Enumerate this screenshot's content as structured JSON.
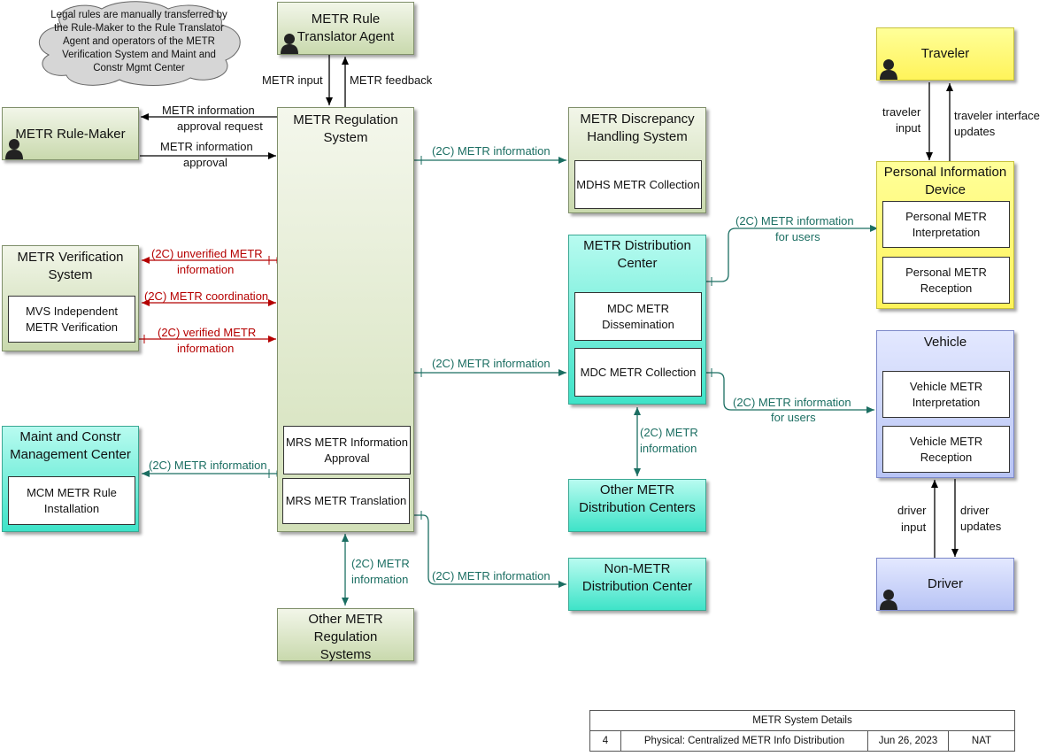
{
  "cloud_note": "Legal rules are manually transferred by the Rule-Maker to the Rule Translator Agent and operators of the METR Verification System and Maint and Constr Mgmt Center",
  "boxes": {
    "translator": "METR Rule Translator Agent",
    "rule_maker": "METR Rule-Maker",
    "regulation": "METR Regulation System",
    "verification": "METR Verification System",
    "mcm": "Maint and Constr Management Center",
    "other_regulation": "Other METR Regulation Systems",
    "discrepancy": "METR Discrepancy Handling System",
    "distribution": "METR Distribution Center",
    "other_distribution": "Other METR Distribution Centers",
    "non_metr": "Non-METR Distribution Center",
    "traveler": "Traveler",
    "pid": "Personal Information Device",
    "vehicle": "Vehicle",
    "driver": "Driver"
  },
  "inner": {
    "mvs": "MVS Independent METR Verification",
    "mcm_install": "MCM METR Rule Installation",
    "mrs_approval": "MRS METR Information Approval",
    "mrs_translation": "MRS METR Translation",
    "mdhs": "MDHS METR Collection",
    "mdc_dissem": "MDC METR Dissemination",
    "mdc_collect": "MDC METR Collection",
    "personal_interp": "Personal METR Interpretation",
    "personal_recep": "Personal METR Reception",
    "vehicle_interp": "Vehicle METR Interpretation",
    "vehicle_recep": "Vehicle METR Reception"
  },
  "flows": {
    "metr_input": "METR input",
    "metr_feedback": "METR feedback",
    "approval_request_1": "METR information",
    "approval_request_2": "approval request",
    "approval_1": "METR information",
    "approval_2": "approval",
    "unverified_1": "(2C) unverified METR",
    "unverified_2": "information",
    "coordination": "(2C) METR coordination",
    "verified_1": "(2C) verified METR",
    "verified_2": "information",
    "to_mcm": "(2C) METR information",
    "to_mdhs": "(2C) METR information",
    "to_mdc": "(2C) METR information",
    "to_non_metr": "(2C) METR information",
    "other_reg_1": "(2C) METR",
    "other_reg_2": "information",
    "other_dist_1": "(2C) METR",
    "other_dist_2": "information",
    "users_pid_1": "(2C) METR information",
    "users_pid_2": "for users",
    "users_veh_1": "(2C) METR information",
    "users_veh_2": "for users",
    "traveler_input_1": "traveler",
    "traveler_input_2": "input",
    "traveler_updates_1": "traveler interface",
    "traveler_updates_2": "updates",
    "driver_input_1": "driver",
    "driver_input_2": "input",
    "driver_updates_1": "driver",
    "driver_updates_2": "updates"
  },
  "title_block": {
    "title": "METR System Details",
    "number": "4",
    "name": "Physical: Centralized METR Info Distribution",
    "date": "Jun 26, 2023",
    "org": "NAT"
  },
  "colors": {
    "teal_flow": "#1b6e62",
    "red_flow": "#b50000",
    "black_flow": "#000000"
  }
}
